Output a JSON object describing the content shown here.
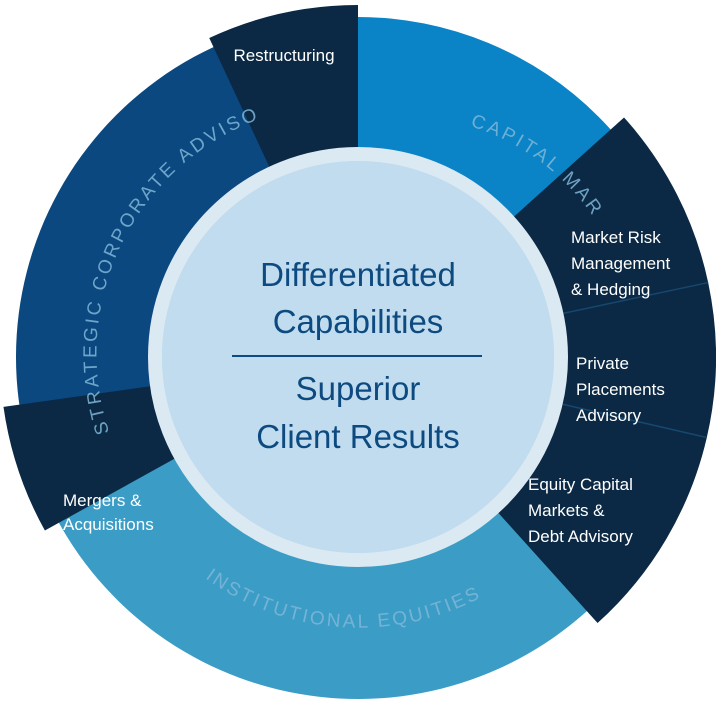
{
  "center": {
    "top_line1": "Differentiated",
    "top_line2": "Capabilities",
    "bottom_line1": "Superior",
    "bottom_line2": "Client Results"
  },
  "sectors": {
    "capital_markets": "CAPITAL MARKETS",
    "strategic_corporate_advisory": "STRATEGIC CORPORATE ADVISORY",
    "institutional_equities": "INSTITUTIONAL EQUITIES"
  },
  "segments": {
    "restructuring": "Restructuring",
    "market_risk": [
      "Market Risk",
      "Management",
      "& Hedging"
    ],
    "private_placements": [
      "Private",
      "Placements",
      "Advisory"
    ],
    "equity_capital": [
      "Equity Capital",
      "Markets &",
      "Debt Advisory"
    ],
    "mergers": [
      "Mergers &",
      "Acquisitions"
    ]
  },
  "colors": {
    "capital_markets": "#0a84c6",
    "strategic_advisory": "#0c4880",
    "institutional_equities": "#3b9dc6",
    "dark_segment": "#0b2944",
    "center_fill": "#c0dcee",
    "center_text": "#0d4a80"
  }
}
